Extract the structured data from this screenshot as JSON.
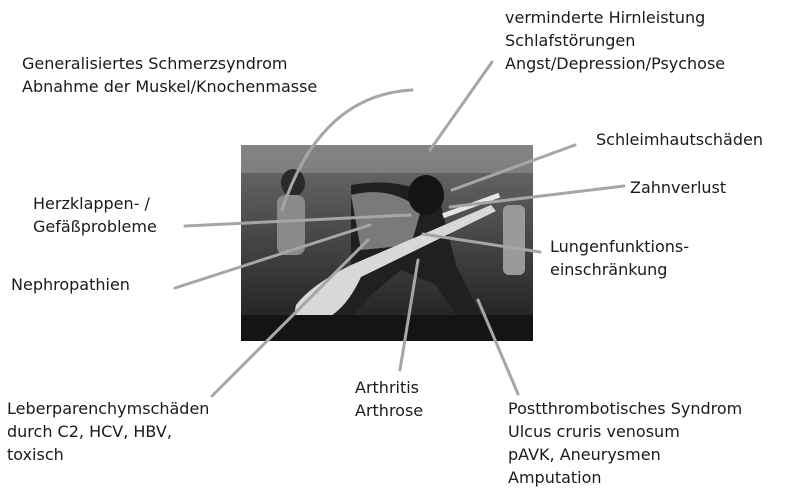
{
  "image": {
    "icon": "guitarist-photo"
  },
  "labels": {
    "brain": [
      "verminderte Hirnleistung",
      "Schlafstörungen",
      "Angst/Depression/Psychose"
    ],
    "pain": [
      "Generalisiertes Schmerzsyndrom",
      "Abnahme der Muskel/Knochenmasse"
    ],
    "mucosa": [
      "Schleimhautschäden"
    ],
    "teeth": [
      "Zahnverlust"
    ],
    "heart": [
      "Herzklappen- /",
      "Gefäßprobleme"
    ],
    "lung": [
      "Lungenfunktions-",
      "einschränkung"
    ],
    "kidney": [
      "Nephropathien"
    ],
    "liver": [
      "Leberparenchymschäden",
      "durch C2, HCV, HBV,",
      "toxisch"
    ],
    "joints": [
      "Arthritis",
      "Arthrose"
    ],
    "vascular": [
      "Postthrombotisches Syndrom",
      "Ulcus cruris venosum",
      "pAVK, Aneurysmen",
      "Amputation"
    ]
  }
}
